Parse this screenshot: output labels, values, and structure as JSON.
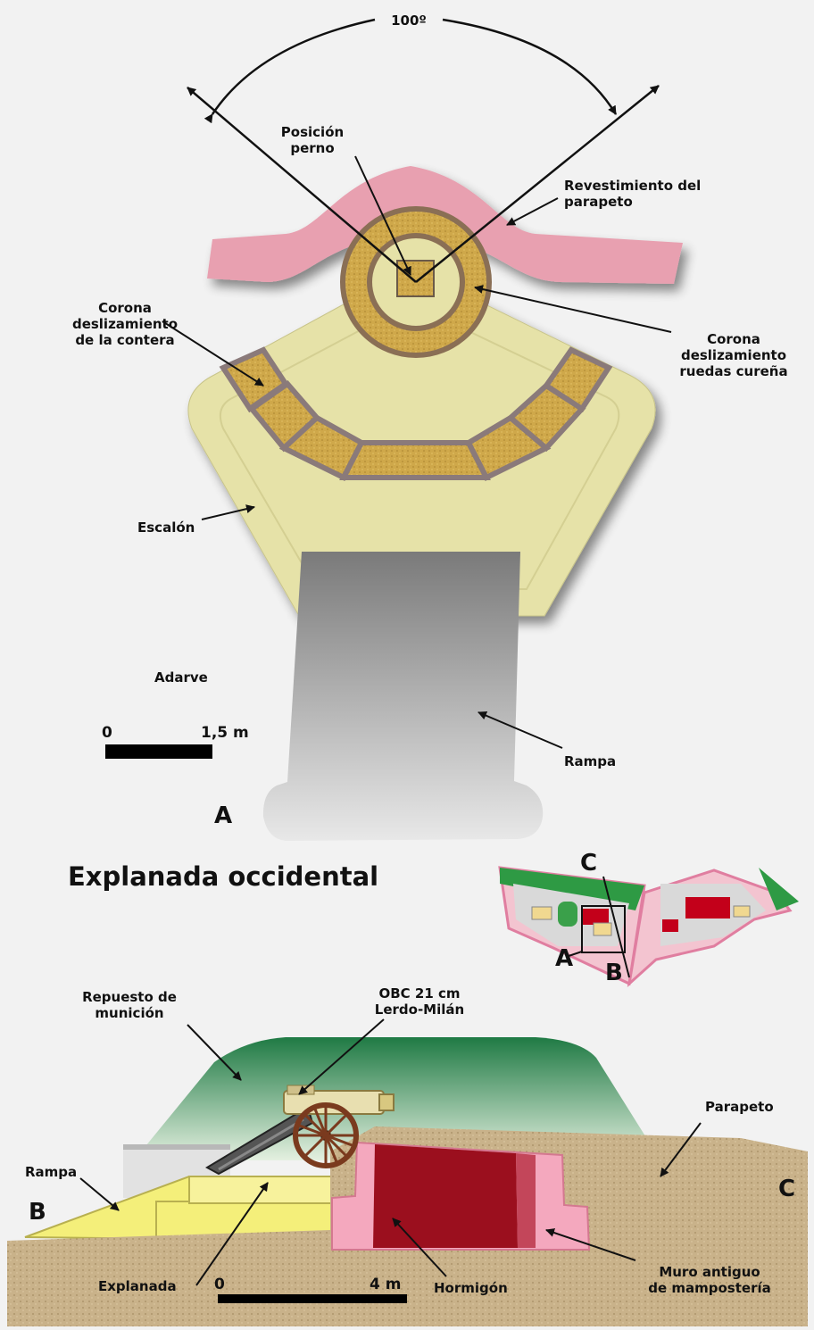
{
  "plan": {
    "angle_label": "100º",
    "posicion_perno": [
      "Posición",
      "perno"
    ],
    "revestimiento": [
      "Revestimiento del",
      "parapeto"
    ],
    "corona_contera": [
      "Corona",
      "deslizamiento",
      "de la contera"
    ],
    "corona_ruedas": [
      "Corona",
      "deslizamiento",
      "ruedas cureña"
    ],
    "escalon": "Escalón",
    "adarve": "Adarve",
    "rampa": "Rampa",
    "scale_start": "0",
    "scale_end": "1,5 m",
    "letter": "A"
  },
  "title": "Explanada occidental",
  "inset": {
    "letter_a": "A",
    "letter_b": "B",
    "letter_c": "C"
  },
  "section": {
    "repuesto": [
      "Repuesto de",
      "munición"
    ],
    "obc": [
      "OBC 21 cm",
      "Lerdo-Milán"
    ],
    "parapeto": "Parapeto",
    "rampa": "Rampa",
    "letter_b": "B",
    "letter_c": "C",
    "explanada": "Explanada",
    "scale_start": "0",
    "scale_end": "4 m",
    "hormigon": "Hormigón",
    "muro": [
      "Muro antiguo",
      "de mampostería"
    ]
  },
  "colors": {
    "parapet_pink": "#e8a0b0",
    "platform_cream": "#e6e2a8",
    "sand_ring": "#c9a64a",
    "ramp_gray": "#8a8a8a",
    "mound_green": "#2d8a4e",
    "concrete_red": "#9b0f1e",
    "earth": "#c9b28a",
    "esplanade_yellow": "#f4ef7a"
  }
}
